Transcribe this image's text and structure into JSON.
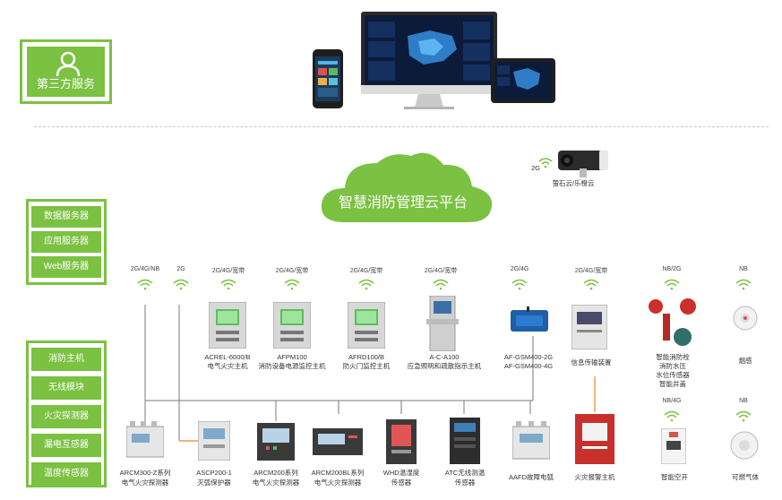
{
  "third_party": {
    "label": "第三方服务"
  },
  "cloud": {
    "label": "智慧消防管理云平台"
  },
  "camera": {
    "signal": "2G",
    "caption": "萤石云/乐橙云"
  },
  "servers": [
    "数据服务器",
    "应用服务器",
    "Web服务器"
  ],
  "device_menu": [
    "消防主机",
    "无线模块",
    "火灾探测器",
    "漏电互感器",
    "温度传感器"
  ],
  "signals": {
    "s1": "2G/4G/NB",
    "s2": "2G",
    "s3": "2G/4G/宽带",
    "s4": "2G/4G/宽带",
    "s5": "2G/4G/宽带",
    "s6": "2G/4G/宽带",
    "s7": "2G/4G",
    "s8": "2G/4G/宽带",
    "s9": "NB/2G",
    "s10": "NB",
    "s11": "NB/4G",
    "s12": "NB"
  },
  "upper_devices": {
    "d1": {
      "line1": "ACREL-6000/B",
      "line2": "电气火灾主机"
    },
    "d2": {
      "line1": "AFPM100",
      "line2": "消防设备电源监控主机"
    },
    "d3": {
      "line1": "AFRD100/B",
      "line2": "防火门监控主机"
    },
    "d4": {
      "line1": "A-C-A100",
      "line2": "应急照明和疏散指示主机"
    },
    "d5": {
      "line1": "AF-GSM400-2G",
      "line2": "AF-GSM400-4G"
    },
    "d6": {
      "line1": "信息传输装置"
    },
    "d7": {
      "line1": "智能消防栓",
      "line2": "消防水压",
      "line3": "水位传感器",
      "line4": "智能井盖"
    },
    "d8": {
      "line1": "烟感"
    }
  },
  "lower_devices": {
    "l1": {
      "line1": "ARCM300-Z系列",
      "line2": "电气火灾探测器"
    },
    "l2": {
      "line1": "ASCP200-1",
      "line2": "灭弧保护器"
    },
    "l3": {
      "line1": "ARCM200系列",
      "line2": "电气火灾探测器"
    },
    "l4": {
      "line1": "ARCM200BL系列",
      "line2": "电气火灾探测器"
    },
    "l5": {
      "line1": "WHD温湿度",
      "line2": "传感器"
    },
    "l6": {
      "line1": "ATC无线测温",
      "line2": "传感器"
    },
    "l7": {
      "line1": "AAFD故障电弧"
    },
    "l8": {
      "line1": "火灾报警主机"
    },
    "l9": {
      "line1": "智能空开"
    },
    "l10": {
      "line1": "可燃气体"
    }
  },
  "colors": {
    "accent": "#7bc142",
    "line": "#7a7a7a",
    "orange": "#f29a4a"
  }
}
